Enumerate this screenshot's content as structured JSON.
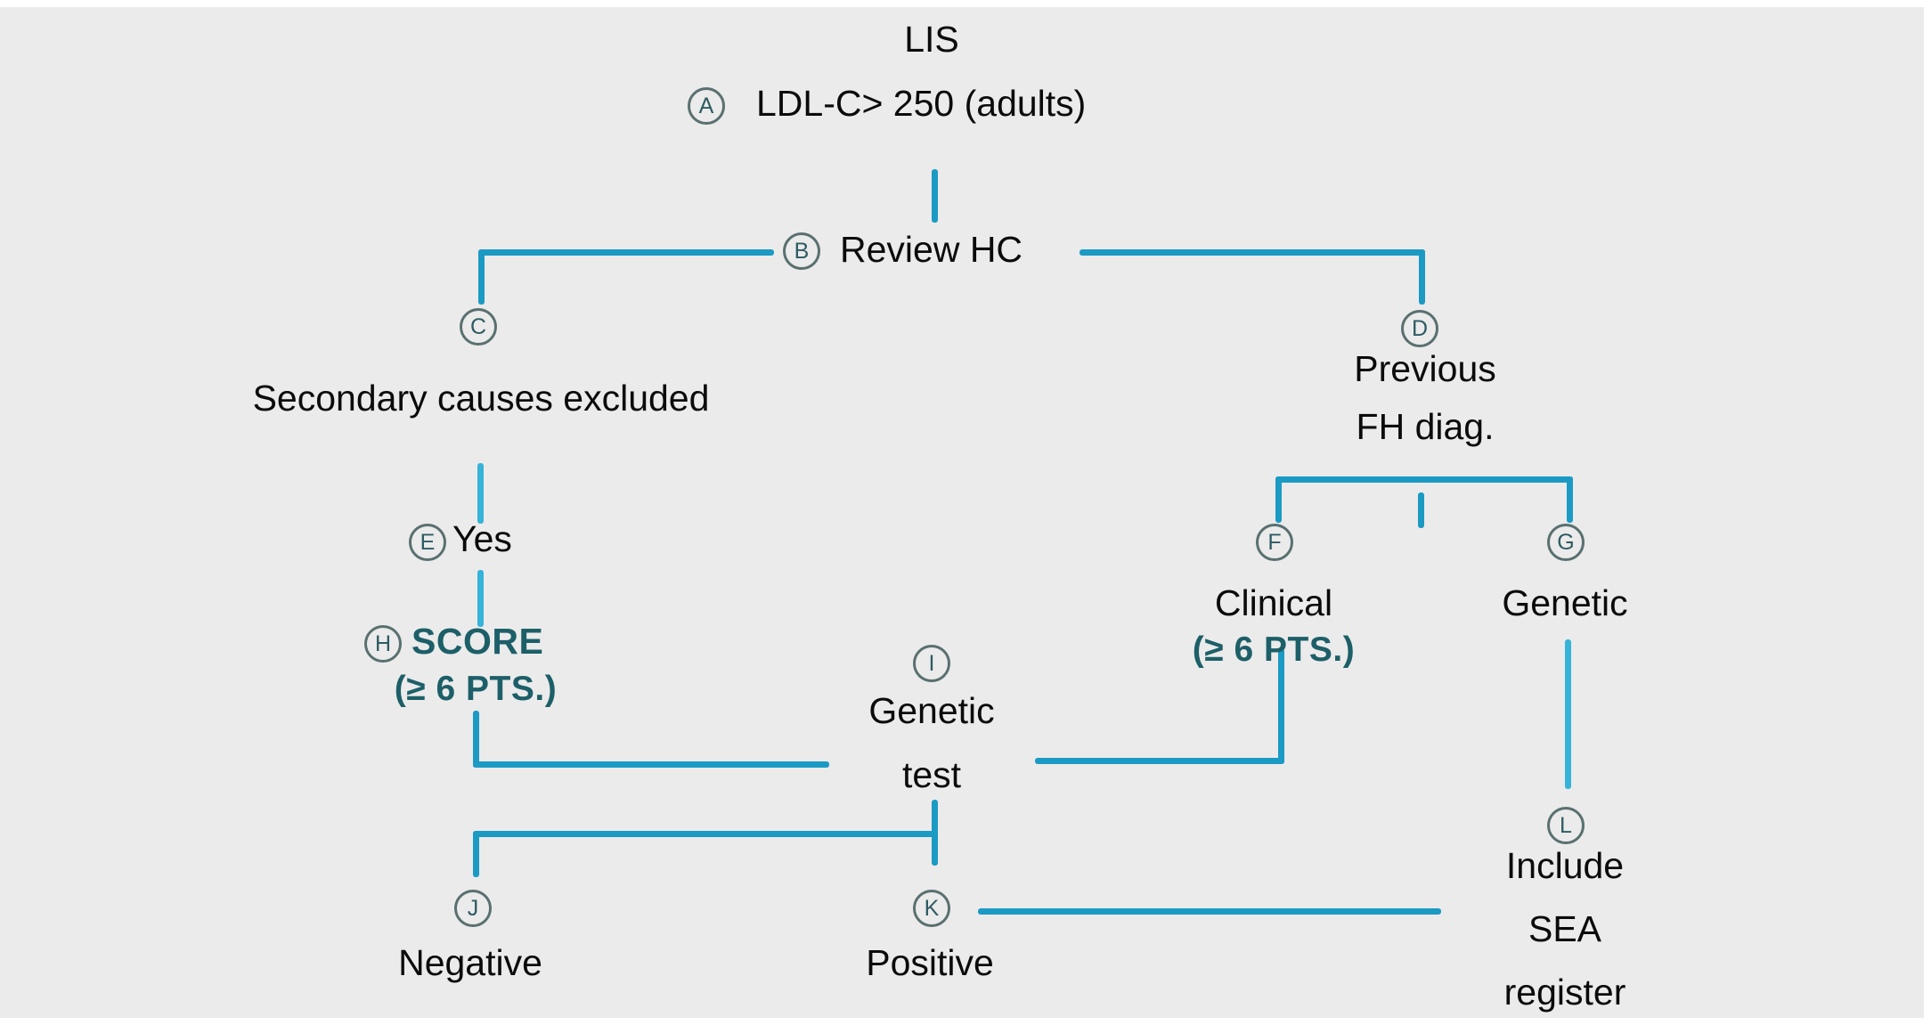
{
  "diagram": {
    "title": "LIS familial hypercholesterolemia detection flowchart",
    "background_color": "#ebebeb",
    "connector_color": "#1b9ac4",
    "badge_color": "#2d5b62",
    "teal_text_color": "#1d5f68",
    "top_label": "LIS",
    "nodes": [
      {
        "key": "A",
        "badge": "A",
        "text": "LDL-C> 250 (adults)"
      },
      {
        "key": "B",
        "badge": "B",
        "text": "Review HC"
      },
      {
        "key": "C",
        "badge": "C",
        "text": "Secondary causes excluded"
      },
      {
        "key": "D",
        "badge": "D",
        "line1": "Previous",
        "line2": "FH diag."
      },
      {
        "key": "E",
        "badge": "E",
        "text": "Yes"
      },
      {
        "key": "F",
        "badge": "F",
        "line1": "Clinical",
        "line2": "(≥ 6 PTS.)"
      },
      {
        "key": "G",
        "badge": "G",
        "text": "Genetic"
      },
      {
        "key": "H",
        "badge": "H",
        "line1": "SCORE",
        "line2": "(≥ 6 PTS.)"
      },
      {
        "key": "I",
        "badge": "I",
        "line1": "Genetic",
        "line2": "test"
      },
      {
        "key": "J",
        "badge": "J",
        "text": "Negative"
      },
      {
        "key": "K",
        "badge": "K",
        "text": "Positive"
      },
      {
        "key": "L",
        "badge": "L",
        "line1": "Include",
        "line2": "SEA",
        "line3": "register"
      }
    ]
  },
  "chart_data": {
    "type": "diagram",
    "title": "LIS familial hypercholesterolemia detection flowchart",
    "nodes": [
      {
        "id": "A",
        "label": "LDL-C> 250 (adults)",
        "group": "LIS"
      },
      {
        "id": "B",
        "label": "Review HC"
      },
      {
        "id": "C",
        "label": "Secondary causes excluded"
      },
      {
        "id": "D",
        "label": "Previous FH diag."
      },
      {
        "id": "E",
        "label": "Yes"
      },
      {
        "id": "F",
        "label": "Clinical (≥ 6 PTS.)"
      },
      {
        "id": "G",
        "label": "Genetic"
      },
      {
        "id": "H",
        "label": "SCORE (≥ 6 PTS.)"
      },
      {
        "id": "I",
        "label": "Genetic test"
      },
      {
        "id": "J",
        "label": "Negative"
      },
      {
        "id": "K",
        "label": "Positive"
      },
      {
        "id": "L",
        "label": "Include SEA register"
      }
    ],
    "edges": [
      {
        "from": "A",
        "to": "B"
      },
      {
        "from": "B",
        "to": "C"
      },
      {
        "from": "B",
        "to": "D"
      },
      {
        "from": "C",
        "to": "E"
      },
      {
        "from": "E",
        "to": "H"
      },
      {
        "from": "D",
        "to": "F"
      },
      {
        "from": "D",
        "to": "G"
      },
      {
        "from": "H",
        "to": "I"
      },
      {
        "from": "F",
        "to": "I"
      },
      {
        "from": "I",
        "to": "J"
      },
      {
        "from": "I",
        "to": "K"
      },
      {
        "from": "G",
        "to": "L"
      },
      {
        "from": "K",
        "to": "L"
      }
    ]
  }
}
